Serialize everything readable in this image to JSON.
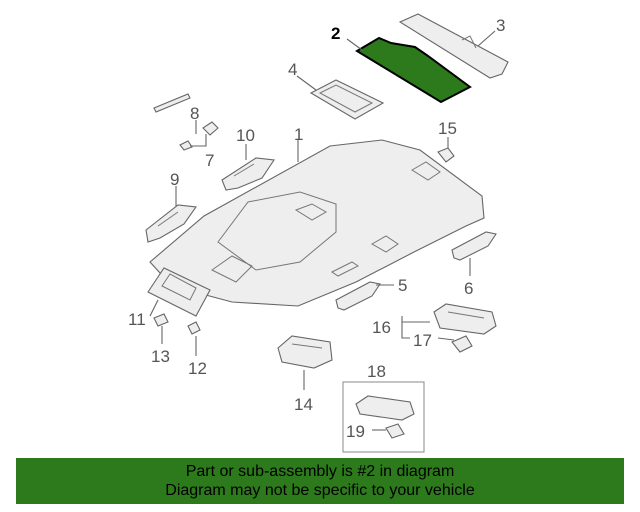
{
  "callouts": {
    "c1": "1",
    "c2": "2",
    "c3": "3",
    "c4": "4",
    "c5": "5",
    "c6": "6",
    "c7": "7",
    "c8": "8",
    "c9": "9",
    "c10": "10",
    "c11": "11",
    "c12": "12",
    "c13": "13",
    "c14": "14",
    "c15": "15",
    "c16": "16",
    "c17": "17",
    "c18": "18",
    "c19": "19"
  },
  "highlight_color": "#2d7a1c",
  "banner": {
    "line1": "Part or sub-assembly is #2 in diagram",
    "line2": "Diagram may not be specific to your vehicle"
  }
}
